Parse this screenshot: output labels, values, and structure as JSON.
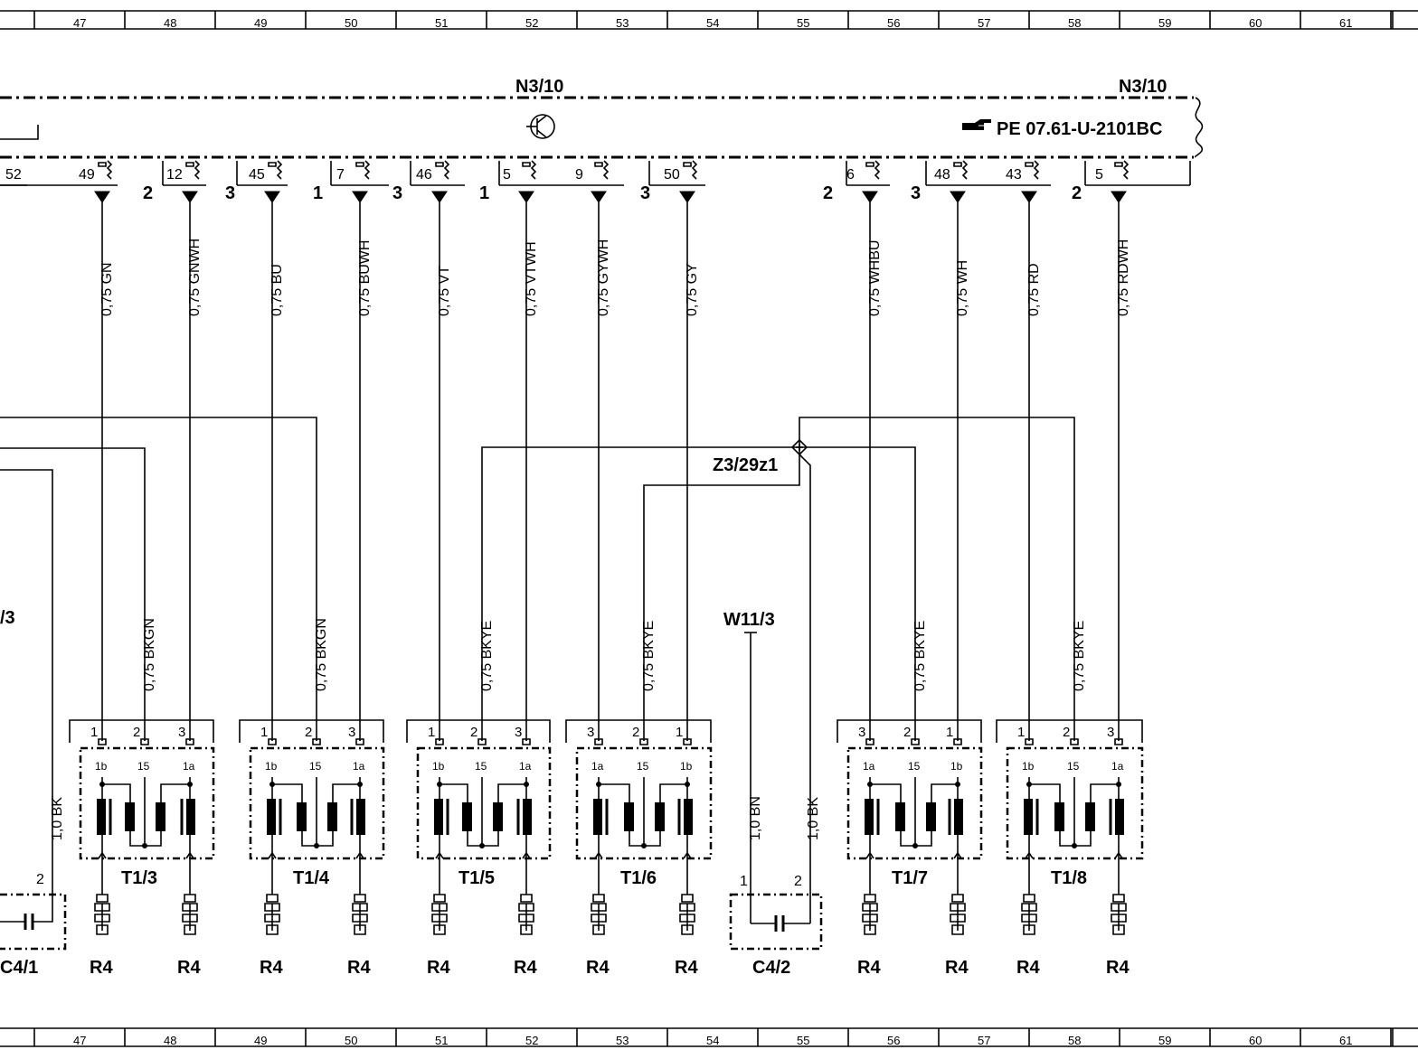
{
  "grid": {
    "labels": [
      "47",
      "48",
      "49",
      "50",
      "51",
      "52",
      "53",
      "54",
      "55",
      "56",
      "57",
      "58",
      "59",
      "60",
      "61"
    ]
  },
  "ecu": {
    "name": "N3/10",
    "name_right": "N3/10",
    "ref_icon": "pointing-hand-icon",
    "reference": "PE  07.61-U-2101BC",
    "left_partial_pin": "52",
    "transistor_icon": "transistor-icon"
  },
  "pins": [
    {
      "n": "49",
      "wire": "0,75  GN",
      "twist": ""
    },
    {
      "n": "12",
      "wire": "0,75  GNWH",
      "twist": "2"
    },
    {
      "n": "45",
      "wire": "0,75  BU",
      "twist": "3"
    },
    {
      "n": "7",
      "wire": "0,75  BUWH",
      "twist": "1"
    },
    {
      "n": "46",
      "wire": "0,75  VT",
      "twist": "3"
    },
    {
      "n": "5",
      "wire": "0,75  VTWH",
      "twist": "1"
    },
    {
      "n": "9",
      "wire": "0,75  GYWH",
      "twist": ""
    },
    {
      "n": "50",
      "wire": "0,75  GY",
      "twist": "3"
    },
    {
      "n": "6",
      "wire": "0,75  WHBU",
      "twist": "2"
    },
    {
      "n": "48",
      "wire": "0,75  WH",
      "twist": "3"
    },
    {
      "n": "43",
      "wire": "0,75  RD",
      "twist": ""
    },
    {
      "n": "5",
      "wire": "0,75  RDWH",
      "twist": "2"
    }
  ],
  "splice": {
    "name": "Z3/29z1"
  },
  "ground_wires": {
    "bkgn_1": "0,75  BKGN",
    "bkgn_2": "0,75  BKGN",
    "bkye_1": "0,75  BKYE",
    "bkye_2": "0,75  BKYE",
    "bkye_3": "0,75  BKYE",
    "bkye_4": "0,75  BKYE"
  },
  "coils": [
    {
      "name": "T1/3",
      "pins_top": [
        "1",
        "2",
        "3"
      ],
      "pins_in": [
        "1b",
        "15",
        "1a"
      ]
    },
    {
      "name": "T1/4",
      "pins_top": [
        "1",
        "2",
        "3"
      ],
      "pins_in": [
        "1b",
        "15",
        "1a"
      ]
    },
    {
      "name": "T1/5",
      "pins_top": [
        "1",
        "2",
        "3"
      ],
      "pins_in": [
        "1b",
        "15",
        "1a"
      ]
    },
    {
      "name": "T1/6",
      "pins_top": [
        "3",
        "2",
        "1"
      ],
      "pins_in": [
        "1a",
        "15",
        "1b"
      ]
    },
    {
      "name": "T1/7",
      "pins_top": [
        "3",
        "2",
        "1"
      ],
      "pins_in": [
        "1a",
        "15",
        "1b"
      ]
    },
    {
      "name": "T1/8",
      "pins_top": [
        "1",
        "2",
        "3"
      ],
      "pins_in": [
        "1b",
        "15",
        "1a"
      ]
    }
  ],
  "spark_plug_label": "R4",
  "capacitor_right": {
    "name": "C4/2",
    "shield": "W11/3",
    "wire_left": "1,0  BN",
    "wire_right": "1,0  BK",
    "pin1": "1",
    "pin2": "2"
  },
  "capacitor_left": {
    "name": "C4/1",
    "wire": "1,0  BK",
    "pin": "2",
    "partial_label": "/3"
  }
}
